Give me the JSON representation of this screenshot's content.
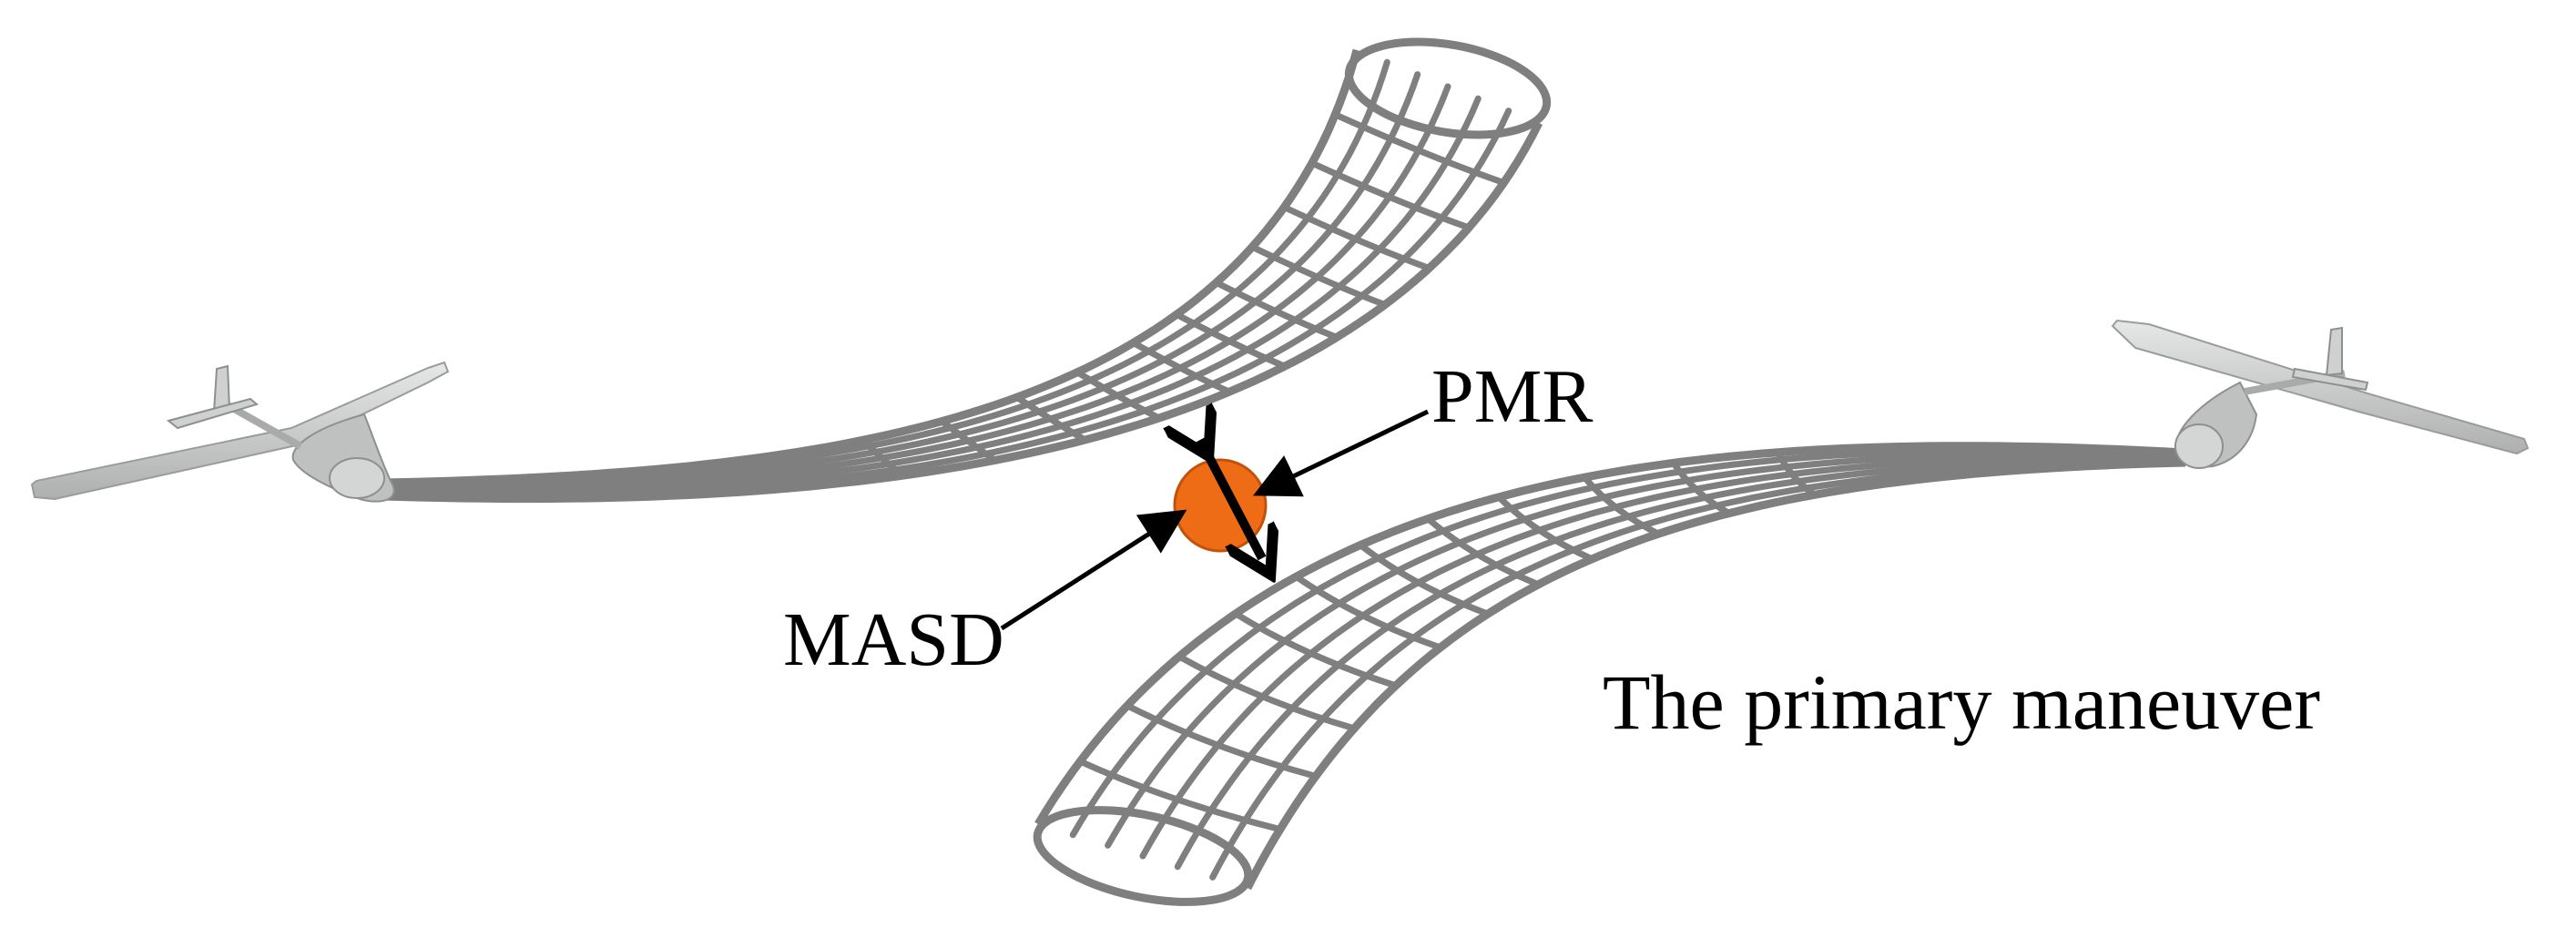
{
  "labels": {
    "pmr": "PMR",
    "masd": "MASD",
    "caption": "The primary maneuver"
  },
  "colors": {
    "mesh": "#7f7f7f",
    "pmr_disc": "#ef6c17",
    "pmr_disc_edge": "#c2510a",
    "aircraft": "#c8c9c9",
    "background": "#ffffff"
  },
  "icons": {
    "left_aircraft": "uav-aircraft-icon",
    "right_aircraft": "uav-aircraft-icon",
    "pmr_disc": "orange-circle"
  }
}
